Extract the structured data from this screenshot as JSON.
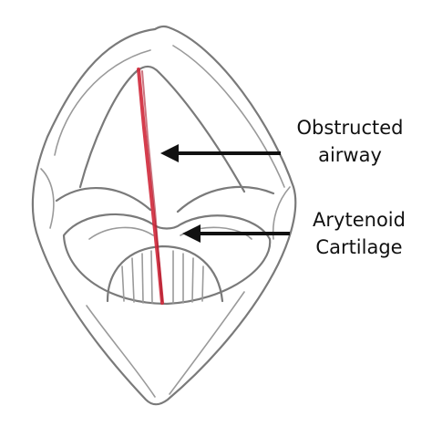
{
  "annotations": [
    {
      "id": "obstructed-airway",
      "lines": [
        "Obstructed",
        "airway"
      ]
    },
    {
      "id": "arytenoid-cartilage",
      "lines": [
        "Arytenoid",
        "Cartilage"
      ]
    }
  ],
  "colors": {
    "outline": "#7a7a7a",
    "airway": "#d0283a",
    "arrow": "#111111",
    "text": "#111111",
    "background": "#ffffff"
  }
}
